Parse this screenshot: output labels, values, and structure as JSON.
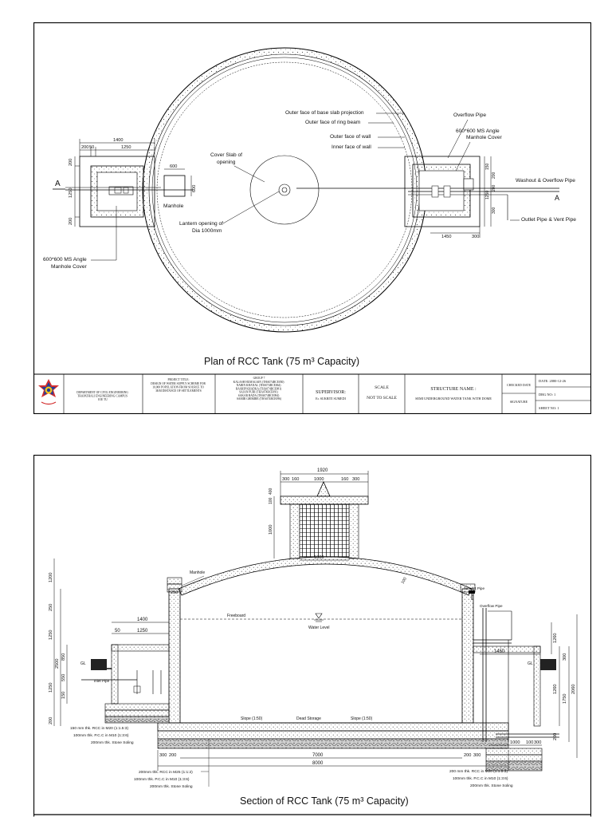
{
  "plan": {
    "title": "Plan of RCC Tank (75 m³ Capacity)",
    "labels": {
      "base_slab": "Outer face of base slab  projection",
      "ring_beam": "Outer face of ring beam",
      "outer_wall": "Outer face of wall",
      "inner_wall": "Inner face of wall",
      "overflow_pipe": "Overflow Pipe",
      "manhole_cover_right_1": "600*600 MS Angle",
      "manhole_cover_right_2": "Manhole Cover",
      "washout": "Washout & Overflow Pipe",
      "outlet": "Outlet Pipe & Vent Pipe",
      "cover_slab_1": "Cover Slab of",
      "cover_slab_2": "opening",
      "manhole": "Manhole",
      "lantern_1": "Lantern opening of",
      "lantern_2": "Dia 1000mm",
      "manhole_cover_left_1": "600*600 MS Angle",
      "manhole_cover_left_2": "Manhole Cover",
      "section_a": "A"
    },
    "dims": {
      "d1400": "1400",
      "d200": "200",
      "d50": "50",
      "d1250": "1250",
      "d600": "600",
      "d1450": "1450",
      "d300": "300",
      "d290": "200",
      "d1250v": "1250",
      "d600v": "600",
      "d200b": "200",
      "dr1": "150",
      "dr2": "200",
      "dr3": "1250",
      "dr4": "200",
      "dr5": "300"
    }
  },
  "title_block": {
    "department": "DEPARTMENT OF CIVIL ENGINEERING\nTHAPATHALI ENGINEERING CAMPUS\nIOE TU",
    "project_title_head": "PROJECT TITLE:",
    "project_title": "DESIGN OF WATER SUPPLY SCHEME FOR\n10,000 POPULATION FROM SOURCE TO\n3KM DISTANCE OF SETTLEMENTS",
    "group_head": "GROUP 7",
    "group": [
      "KALASH HUMAGAIN   (THA074BCE050)",
      "NABIN KHANAL       (THA074BCE064)",
      "RASHIP KHADKA      (THA074BCE081)",
      "SAJAN PURI          (THA074BCE091)",
      "SAKAR BADA         (THA074BCE094)",
      "SAMIR GHIMIRE      (THA074BCE096)"
    ],
    "supervisor_head": "SUPERVISOR:",
    "supervisor": "Er. SUKRITI SUMEDI",
    "scale_head": "SCALE",
    "scale": "NOT TO SCALE",
    "structure_head": "STRUCTURE NAME :",
    "structure": "SEMI UNDERGROUND WATER TANK WITH DOME",
    "checked_date": "CHECKED DATE",
    "signature": "SIGNATURE",
    "date": "DATE:  2080-12-26",
    "drg_no": "DRG NO: 1",
    "sheet_no": "SHEET NO: 1"
  },
  "section": {
    "title": "Section of RCC Tank (75 m³ Capacity)",
    "labels": {
      "manhole": "Manhole",
      "freeboard": "Freeboard",
      "water_level": "Water Level",
      "air_vent": "Air vent Pipe",
      "overflow": "Overflow Pipe",
      "gl_left": "GL",
      "gl_right": "GL",
      "inlet": "Inlet Pipe",
      "slope_left": "Slope (1:50)",
      "dead_storage": "Dead Storage",
      "slope_right": "Slope (1:50)",
      "d100": "100",
      "spec_left_1": "150 mm thk. RCC in M20 (1:1.5:3)",
      "spec_left_2": "100mm thk. P.C.C in M10 (1:3:6)",
      "spec_left_3": "200mm thk. Stone Soling",
      "spec_mid_1": "200mm thk. RCC in M25 (1:1:2)",
      "spec_mid_2": "100mm thk. P.C.C in M10 (1:3:6)",
      "spec_mid_3": "200mm thk. Stone Soling",
      "spec_right_1": "200 mm thk. RCC in M20 (1:1.5:3)",
      "spec_right_2": "100mm thk. P.C.C in M10 (1:3:6)",
      "spec_right_3": "200mm thk. Stone Soling"
    },
    "dims": {
      "top_1920": "1920",
      "top_300a": "300",
      "top_160a": "160",
      "top_1000": "1000",
      "top_160b": "160",
      "top_300b": "300",
      "lantern_1000": "1000",
      "lan_100": "100",
      "lan_400": "400",
      "lan_h1000": "1000",
      "d250": "250",
      "left_1200": "1200",
      "left_250": "250",
      "left_1250a": "1250",
      "left_2500": "2500",
      "left_1250b": "1250",
      "left_200": "200",
      "left_850": "850",
      "left_550": "550",
      "left_150": "150",
      "ch_1400": "1400",
      "ch_50": "50",
      "ch_1250": "1250",
      "bot_300a": "300",
      "bot_200a": "200",
      "bot_7000": "7000",
      "bot_200b": "200",
      "bot_300b": "300",
      "bot_8000": "8000",
      "r_1450": "1450",
      "r_1260a": "1260",
      "r_300": "300",
      "r_1260b": "1260",
      "r_1750": "1750",
      "r_2060": "2060",
      "r_200": "200",
      "r_1000": "1000",
      "r_100": "100",
      "r_300b": "300"
    }
  }
}
